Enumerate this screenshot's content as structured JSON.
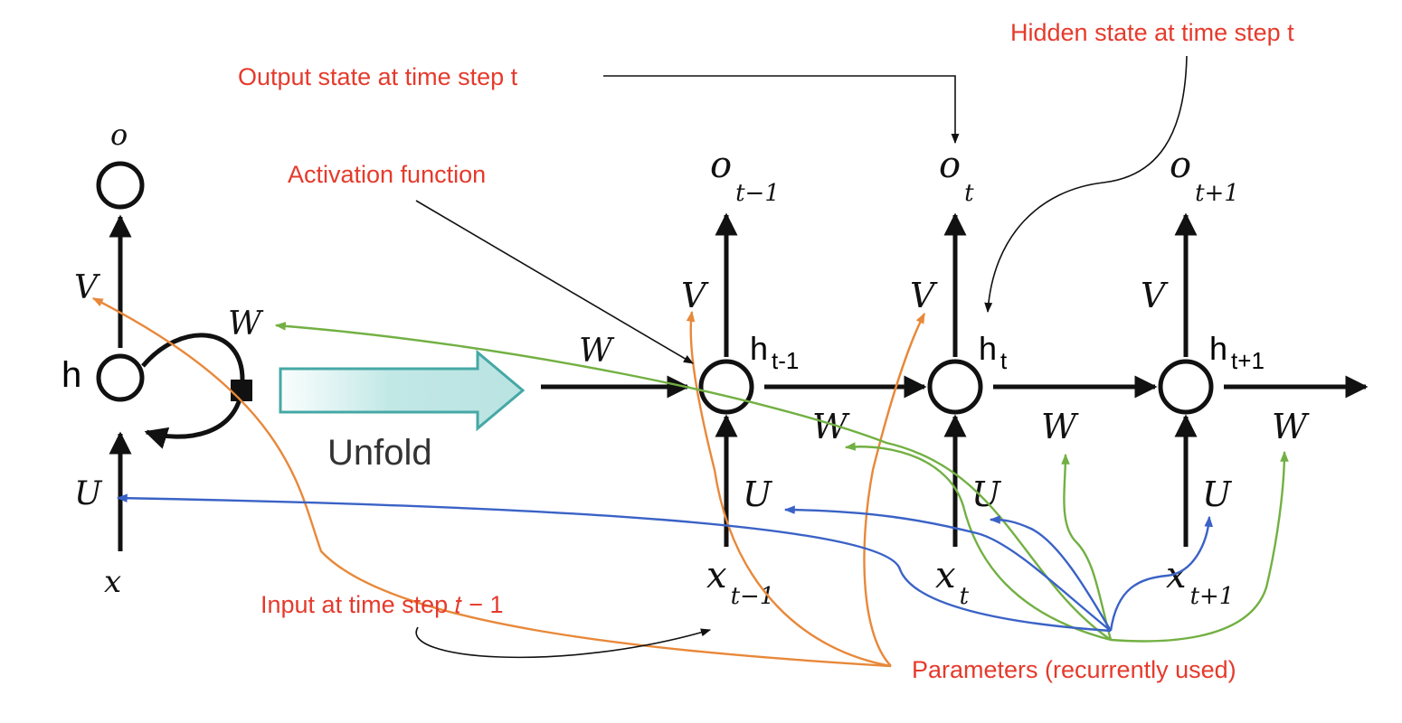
{
  "folded": {
    "output": "o",
    "hidden": "h",
    "input": "x",
    "weights": {
      "V": "V",
      "W": "W",
      "U": "U"
    }
  },
  "unfold_label": "Unfold",
  "steps": [
    {
      "output_base": "o",
      "output_sub": "t−1",
      "hidden_base": "h",
      "hidden_sub": "t-1",
      "input_base": "x",
      "input_sub": "t−1",
      "V": "V",
      "W": "W",
      "U": "U"
    },
    {
      "output_base": "o",
      "output_sub": "t",
      "hidden_base": "h",
      "hidden_sub": "t",
      "input_base": "x",
      "input_sub": "t",
      "V": "V",
      "W": "W",
      "U": "U"
    },
    {
      "output_base": "o",
      "output_sub": "t+1",
      "hidden_base": "h",
      "hidden_sub": "t+1",
      "input_base": "x",
      "input_sub": "t+1",
      "V": "V",
      "W": "W",
      "U": "U"
    }
  ],
  "incoming_W": "W",
  "annotations": {
    "hidden_state": "Hidden state at time step t",
    "output_state": "Output state at time step t",
    "activation": "Activation function",
    "input_step": "Input at time step 𝑡 − 1",
    "parameters": "Parameters (recurrently used)"
  },
  "colors": {
    "annotation_text": "#e53a2c",
    "V_lines": "#e8883a",
    "W_lines": "#72b043",
    "U_lines": "#3a62c6",
    "unfold_arrow": "#46a8a6"
  }
}
